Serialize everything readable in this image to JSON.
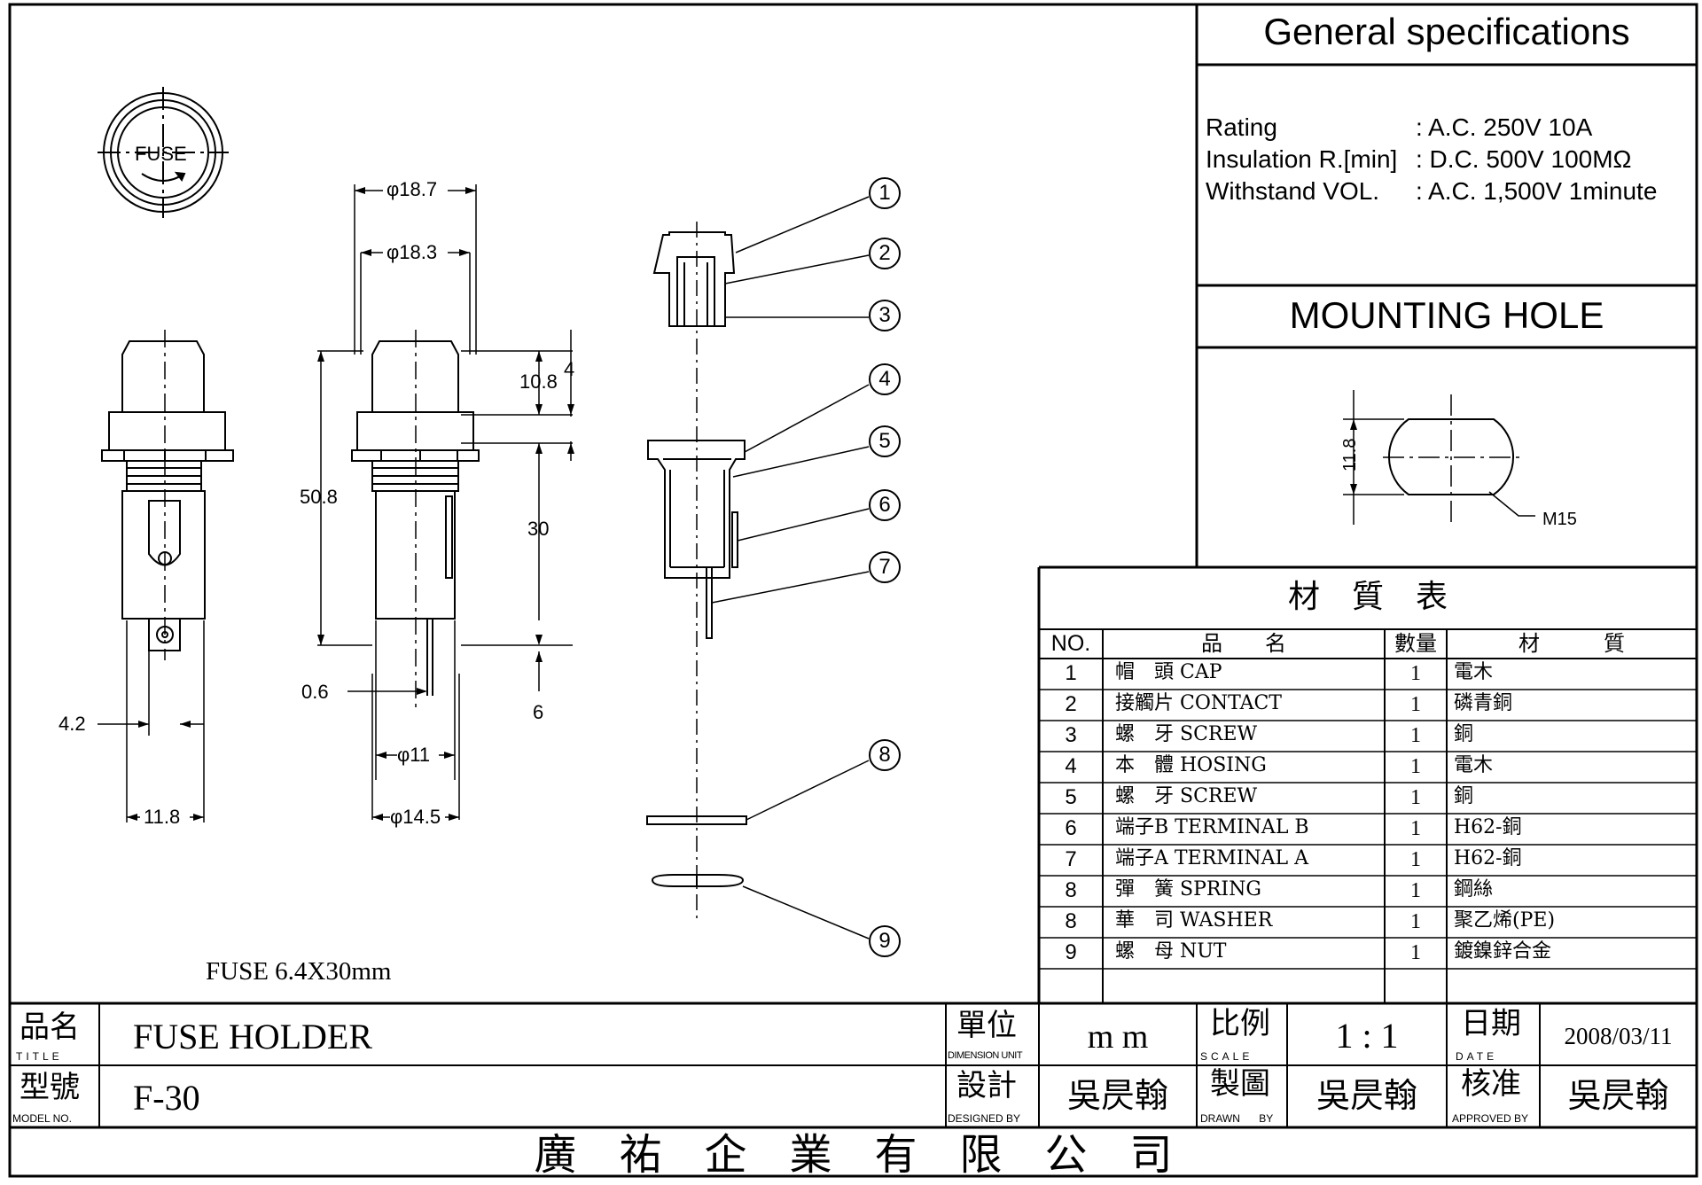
{
  "general_spec": {
    "title": "General specifications",
    "rows": [
      {
        "label": "Rating",
        "value": ": A.C. 250V 10A"
      },
      {
        "label": "Insulation R.[min]",
        "value": ": D.C. 500V 100MΩ"
      },
      {
        "label": "Withstand VOL.",
        "value": ": A.C. 1,500V 1minute"
      }
    ]
  },
  "mounting_hole": {
    "title": "MOUNTING HOLE",
    "dim_height": "11.8",
    "thread": "M15"
  },
  "drawing": {
    "cap_label": "FUSE",
    "fuse_note": "FUSE 6.4X30mm",
    "dims": {
      "d18_7": "φ18.7",
      "d18_3": "φ18.3",
      "h10_8": "10.8",
      "h4": "4",
      "h50_8": "50.8",
      "h30": "30",
      "t0_6": "0.6",
      "h6": "6",
      "w4_2": "4.2",
      "d11": "φ11",
      "w11_8": "11.8",
      "d14_5": "φ14.5"
    },
    "balloons": [
      "1",
      "2",
      "3",
      "4",
      "5",
      "6",
      "7",
      "8",
      "9"
    ]
  },
  "materials": {
    "title": "材　質　表",
    "headers": {
      "no": "NO.",
      "name": "品　　名",
      "qty": "數量",
      "material": "材　　　質"
    },
    "rows": [
      {
        "no": "1",
        "name": "帽　頭 CAP",
        "qty": "1",
        "material": "電木"
      },
      {
        "no": "2",
        "name": "接觸片 CONTACT",
        "qty": "1",
        "material": "磷青銅"
      },
      {
        "no": "3",
        "name": "螺　牙 SCREW",
        "qty": "1",
        "material": "銅"
      },
      {
        "no": "4",
        "name": "本　體 HOSING",
        "qty": "1",
        "material": "電木"
      },
      {
        "no": "5",
        "name": "螺　牙 SCREW",
        "qty": "1",
        "material": "銅"
      },
      {
        "no": "6",
        "name": "端子B TERMINAL B",
        "qty": "1",
        "material": "H62-銅"
      },
      {
        "no": "7",
        "name": "端子A TERMINAL A",
        "qty": "1",
        "material": "H62-銅"
      },
      {
        "no": "8",
        "name": "彈　簧 SPRING",
        "qty": "1",
        "material": "鋼絲"
      },
      {
        "no": "8",
        "name": "華　司 WASHER",
        "qty": "1",
        "material": "聚乙烯(PE)"
      },
      {
        "no": "9",
        "name": "螺　母 NUT",
        "qty": "1",
        "material": "鍍鎳鋅合金"
      }
    ]
  },
  "title_block": {
    "title_label_cn": "品名",
    "title_label_en": "TITLE",
    "title_value": "FUSE HOLDER",
    "model_label_cn": "型號",
    "model_label_en": "MODEL NO.",
    "model_value": "F-30",
    "unit_label_cn": "單位",
    "unit_label_en": "DIMENSION UNIT",
    "unit_value": "m m",
    "scale_label_cn": "比例",
    "scale_label_en": "SCALE",
    "scale_value": "1 : 1",
    "date_label_cn": "日期",
    "date_label_en": "DATE",
    "date_value": "2008/03/11",
    "design_label_cn": "設計",
    "design_label_en": "DESIGNED BY",
    "design_value": "吳昃翰",
    "drawn_label_cn": "製圖",
    "drawn_label_en": "DRAWN BY",
    "drawn_value": "吳昃翰",
    "approved_label_cn": "核准",
    "approved_label_en": "APPROVED BY",
    "approved_value": "吳昃翰",
    "company": "廣　祐　企　業　有　限　公　司"
  }
}
